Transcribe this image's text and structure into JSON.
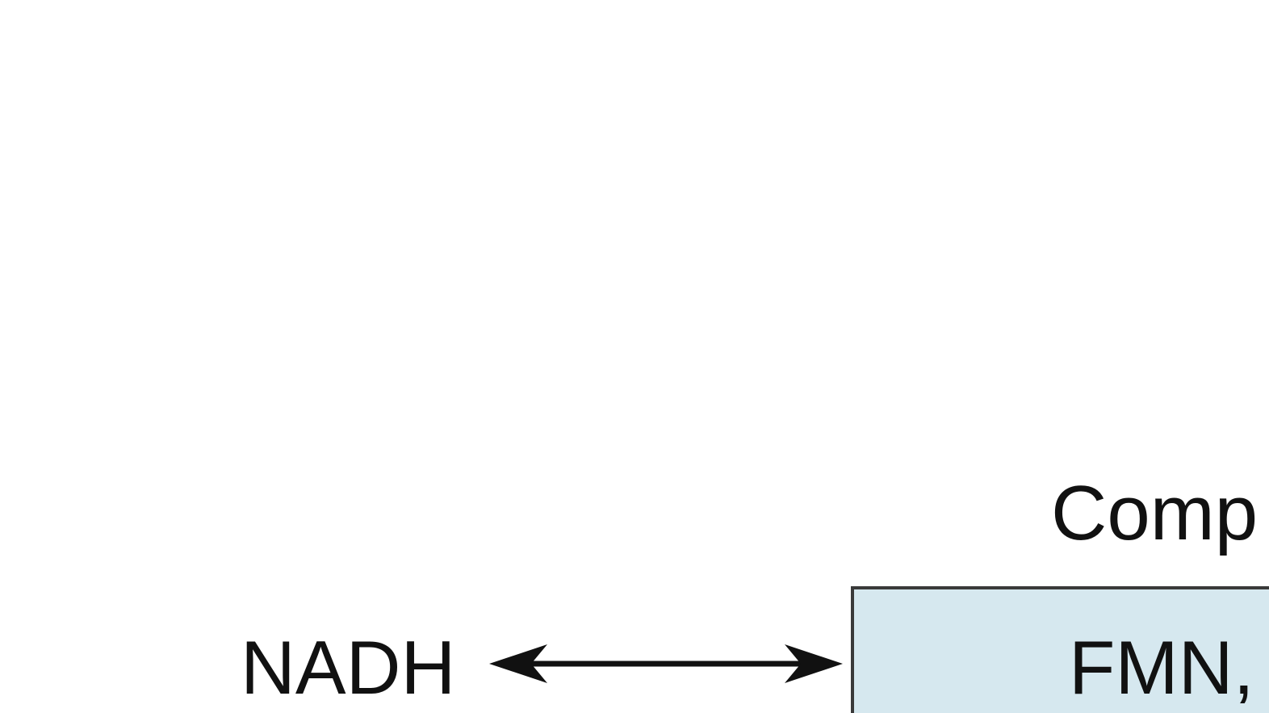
{
  "diagram": {
    "complex_label": "Comp",
    "box_text": "FMN,",
    "substrate_label": "NADH",
    "colors": {
      "box_fill": "#d6e8ef",
      "box_border": "#3a3a3a",
      "text": "#111111",
      "arrow": "#111111"
    },
    "arrow_icon": "double-headed-arrow-icon"
  }
}
